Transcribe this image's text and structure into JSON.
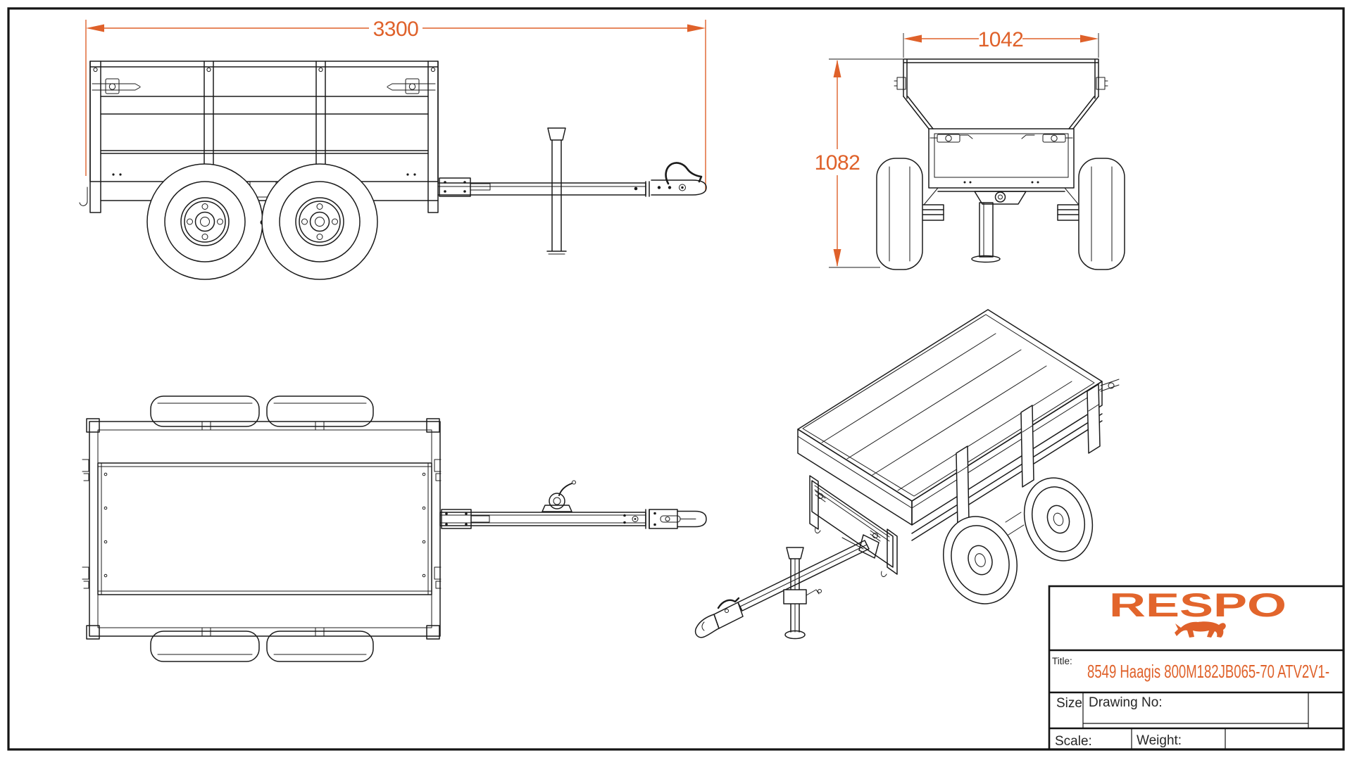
{
  "colors": {
    "background": "#ffffff",
    "line": "#1b1b1b",
    "accent_orange": "#e2652c"
  },
  "dimensions": {
    "overall_length": "3300",
    "overall_width": "1042",
    "overall_height": "1082"
  },
  "title_block": {
    "logo_text": "RESPO",
    "logo_icon": "bull-icon",
    "title_label": "Title:",
    "title_value": "8549 Haagis 800M182JB065-70 ATV2V1-",
    "size_label": "Size",
    "drawing_no_label": "Drawing No:",
    "scale_label": "Scale:",
    "weight_label": "Weight:"
  }
}
